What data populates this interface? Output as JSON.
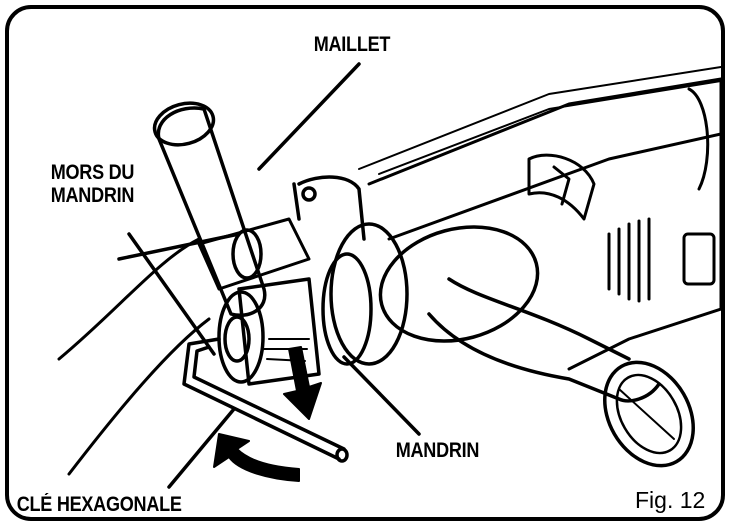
{
  "figure": {
    "labels": {
      "mallet": "MAILLET",
      "chuck_jaws": [
        "MORS DU",
        "MANDRIN"
      ],
      "chuck": "MANDRIN",
      "hex_key": "CLÉ HEXAGONALE"
    },
    "figure_number": "Fig. 12"
  }
}
